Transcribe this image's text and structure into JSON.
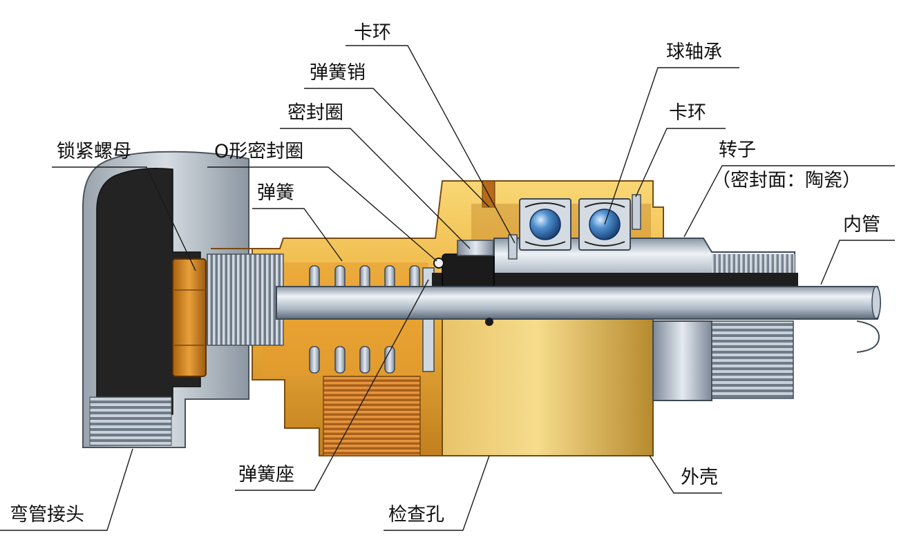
{
  "labels": {
    "kahuan_top": "卡环",
    "tanhuangxiao": "弹簧销",
    "mifengquan": "密封圈",
    "o_ring": "O形密封圈",
    "tanhuang": "弹簧",
    "suojinluomu": "锁紧螺母",
    "qiuzhoucheng": "球轴承",
    "kahuan_right": "卡环",
    "zhuanzi": "转子",
    "zhuanzi_note": "（密封面：陶瓷）",
    "neiguan": "内管",
    "tanhuangzuo": "弹簧座",
    "waike": "外壳",
    "jianchakong": "检查孔",
    "wanguanjietou": "弯管接头"
  },
  "colors": {
    "brass_light": "#F7CC5C",
    "brass_mid": "#E8A62E",
    "brass_dark": "#B8741A",
    "steel_light": "#E6ECF2",
    "steel_mid": "#A8B4C2",
    "steel_dark": "#5E6B7A",
    "black_seal": "#1E1E1E",
    "elbow_black": "#232323",
    "bearing_ball": "#2F6FB5"
  }
}
